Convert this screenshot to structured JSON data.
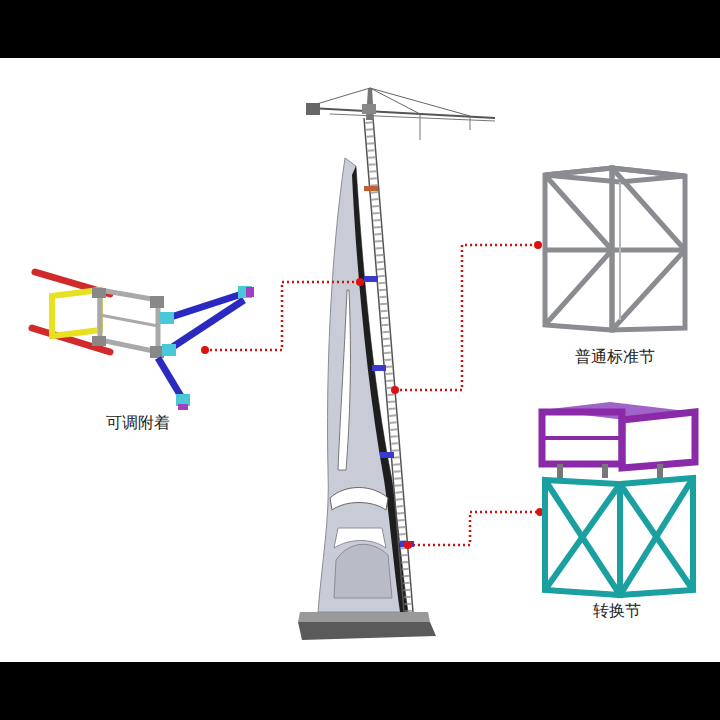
{
  "diagram": {
    "labels": [
      "可调附着",
      "普通标准节",
      "转换节"
    ]
  }
}
